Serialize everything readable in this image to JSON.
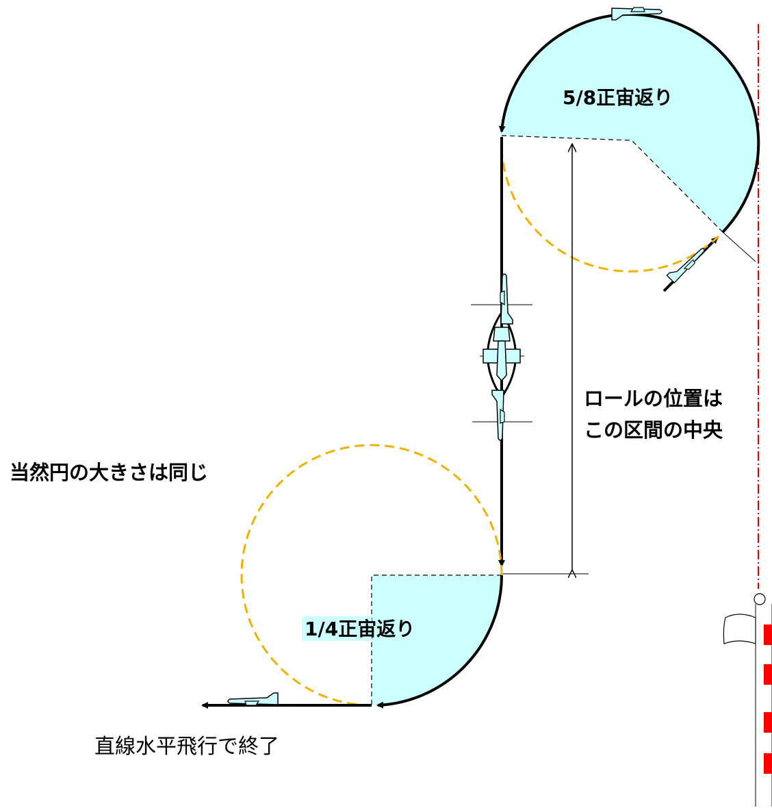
{
  "labels": {
    "loop_58": "5/8正宙返り",
    "loop_14": "1/4正宙返り",
    "roll_line1": "ロールの位置は",
    "roll_line2": "この区間の中央",
    "circle_note": "当然円の大きさは同じ",
    "finish": "直線水平飛行で終了"
  },
  "colors": {
    "fill": "#ccffff",
    "dashed_circle": "#f0b000",
    "line": "#000000",
    "centerline": "#e00000",
    "flag_stripe": "#ff0000"
  }
}
